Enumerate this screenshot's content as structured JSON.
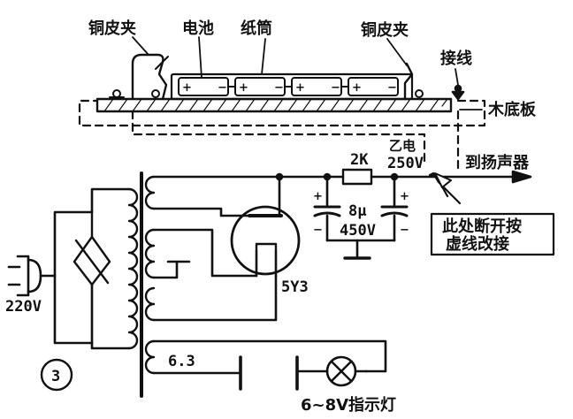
{
  "diagram": {
    "figure_number": "3",
    "labels": {
      "copper_clip_left": "铜皮夹",
      "battery": "电池",
      "paper_tube": "纸筒",
      "copper_clip_right": "铜皮夹",
      "terminal": "接线",
      "wood_base": "木底板",
      "to_speaker": "到扬声器",
      "resistor": "2K",
      "battery_b_line1": "乙电",
      "battery_b_line2": "250V",
      "capacitor_value": "8μ",
      "capacitor_voltage": "450V",
      "tube": "5Y3",
      "mains_voltage": "220V",
      "filament_voltage": "6.3",
      "indicator_lamp": "6~8V指示灯",
      "note_line1": "此处断开按",
      "note_line2": "虚线改接"
    },
    "battery_cells": [
      {
        "plus": "+",
        "minus": "−"
      },
      {
        "plus": "+",
        "minus": "−"
      },
      {
        "plus": "+",
        "minus": "−"
      },
      {
        "plus": "+",
        "minus": "−"
      }
    ],
    "polarity": {
      "cap_left_plus": "+",
      "cap_left_minus": "−",
      "cap_right_plus": "+",
      "cap_right_minus": "−"
    },
    "colors": {
      "ink": "#111111",
      "paper": "#ffffff"
    }
  }
}
